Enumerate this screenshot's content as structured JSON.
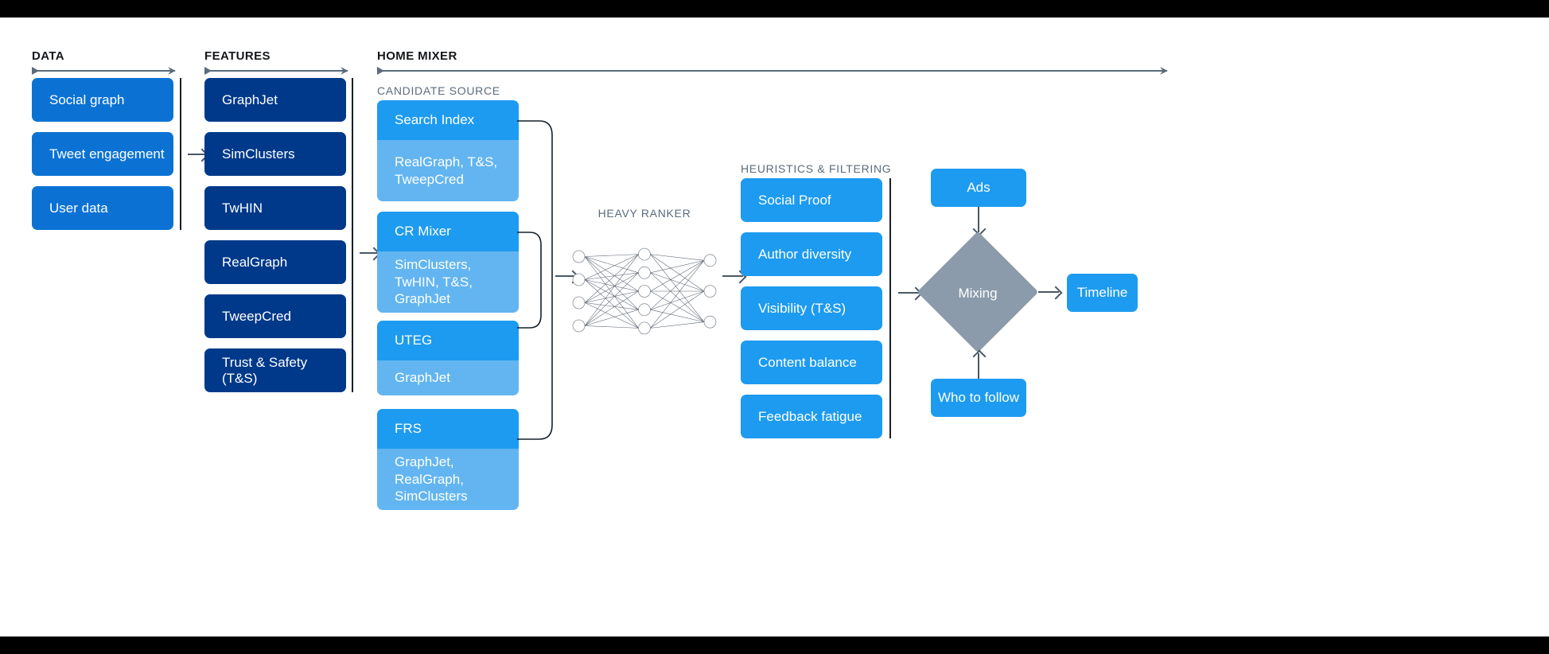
{
  "sections": {
    "data": {
      "title": "DATA"
    },
    "features": {
      "title": "FEATURES"
    },
    "home_mixer": {
      "title": "HOME MIXER"
    },
    "candidate_source": {
      "title": "CANDIDATE SOURCE"
    },
    "heavy_ranker": {
      "title": "HEAVY RANKER"
    },
    "heuristics": {
      "title": "HEURISTICS & FILTERING"
    }
  },
  "data_boxes": [
    {
      "label": "Social graph"
    },
    {
      "label": "Tweet engagement"
    },
    {
      "label": "User data"
    }
  ],
  "feature_boxes": [
    {
      "label": "GraphJet"
    },
    {
      "label": "SimClusters"
    },
    {
      "label": "TwHIN"
    },
    {
      "label": "RealGraph"
    },
    {
      "label": "TweepCred"
    },
    {
      "label": "Trust & Safety (T&S)"
    }
  ],
  "candidate_sources": [
    {
      "name": "Search Index",
      "features": "RealGraph, T&S, TweepCred"
    },
    {
      "name": "CR Mixer",
      "features": "SimClusters, TwHIN, T&S, GraphJet"
    },
    {
      "name": "UTEG",
      "features": "GraphJet"
    },
    {
      "name": "FRS",
      "features": "GraphJet, RealGraph, SimClusters"
    }
  ],
  "heuristic_boxes": [
    {
      "label": "Social Proof"
    },
    {
      "label": "Author diversity"
    },
    {
      "label": "Visibility (T&S)"
    },
    {
      "label": "Content balance"
    },
    {
      "label": "Feedback fatigue"
    }
  ],
  "mixing": {
    "label": "Mixing",
    "ads_label": "Ads",
    "who_to_follow_label": "Who to follow",
    "timeline_label": "Timeline"
  },
  "neural_network": {
    "layers": [
      4,
      5,
      3
    ]
  },
  "colors": {
    "data_blue": "#0b72d4",
    "feature_navy": "#00398a",
    "source_sky": "#1d9bf0",
    "source_light_sky": "#62b5f0",
    "mixing_gray": "#8b9bab",
    "rule_gray": "#5b6b7c",
    "divider_dark": "#16202b"
  }
}
